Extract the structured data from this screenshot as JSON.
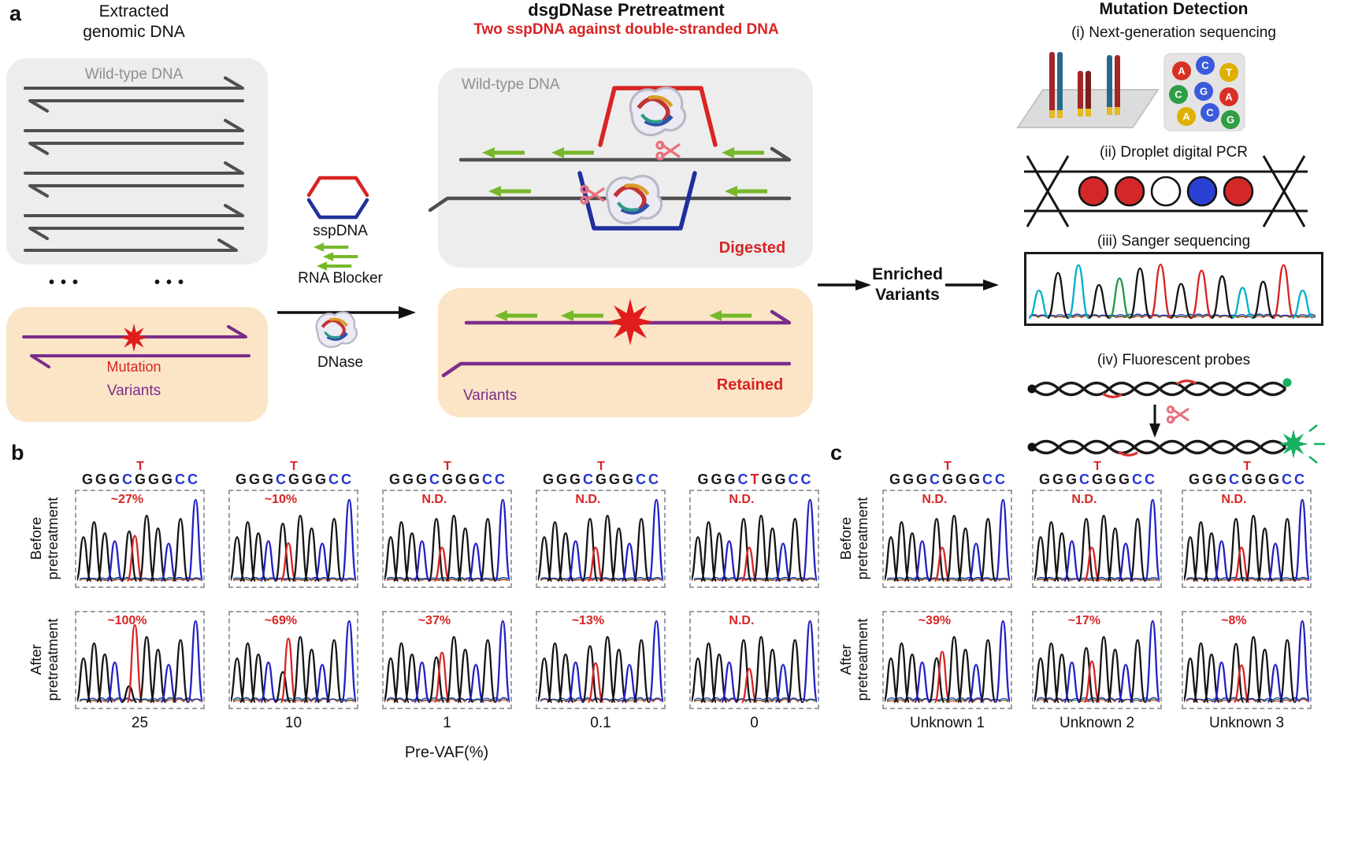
{
  "panel_a": {
    "label": "a",
    "left_column": {
      "title": "Extracted genomic DNA",
      "wild_type_label": "Wild-type DNA",
      "ellipsis": "•••",
      "mutation_label": "Mutation",
      "variants_label": "Variants"
    },
    "reagents": {
      "sspdna": "sspDNA",
      "rna_blocker": "RNA Blocker",
      "dnase": "DNase"
    },
    "pretreatment": {
      "title": "dsgDNase Pretreatment",
      "subtitle": "Two sspDNA against double-stranded DNA",
      "wild_type_label": "Wild-type DNA",
      "digested_label": "Digested",
      "variants_label": "Variants",
      "retained_label": "Retained"
    },
    "enriched": {
      "line1": "Enriched",
      "line2": "Variants"
    },
    "mutation_detection": {
      "title": "Mutation Detection",
      "methods": [
        "(i) Next-generation sequencing",
        "(ii) Droplet digital PCR",
        "(iii) Sanger sequencing",
        "(iv) Fluorescent probes"
      ],
      "ngs_cluster_bases": [
        {
          "base": "A",
          "color": "#d93025"
        },
        {
          "base": "C",
          "color": "#3b5bdb"
        },
        {
          "base": "T",
          "color": "#e0b000"
        },
        {
          "base": "C",
          "color": "#2f9e44"
        },
        {
          "base": "G",
          "color": "#3b5bdb"
        },
        {
          "base": "A",
          "color": "#d93025"
        },
        {
          "base": "A",
          "color": "#e0b000"
        },
        {
          "base": "C",
          "color": "#3b5bdb"
        },
        {
          "base": "G",
          "color": "#2f9e44"
        }
      ],
      "droplet_colors": [
        "#d42828",
        "#d42828",
        "#ffffff",
        "#2a3fd4",
        "#d42828"
      ]
    }
  },
  "chart_data": [
    {
      "panel": "b",
      "type": "line",
      "subtype": "sanger-chromatogram-grid",
      "row_labels": [
        [
          "Before",
          "pretreatment"
        ],
        [
          "After",
          "pretreatment"
        ]
      ],
      "x_axis_title": "Pre-VAF(%)",
      "x_tick_labels": [
        "25",
        "10",
        "1",
        "0.1",
        "0"
      ],
      "columns": [
        {
          "x_label": "25",
          "sequence": [
            "G",
            "G",
            "G",
            "C",
            "T/G",
            "G",
            "G",
            "C",
            "C"
          ],
          "before": {
            "label": "~27%",
            "vaf": 27
          },
          "after": {
            "label": "~100%",
            "vaf": 100
          }
        },
        {
          "x_label": "10",
          "sequence": [
            "G",
            "G",
            "G",
            "C",
            "T/G",
            "G",
            "G",
            "C",
            "C"
          ],
          "before": {
            "label": "~10%",
            "vaf": 10
          },
          "after": {
            "label": "~69%",
            "vaf": 69
          }
        },
        {
          "x_label": "1",
          "sequence": [
            "G",
            "G",
            "G",
            "C",
            "T/G",
            "G",
            "G",
            "C",
            "C"
          ],
          "before": {
            "label": "N.D.",
            "vaf": null
          },
          "after": {
            "label": "~37%",
            "vaf": 37
          }
        },
        {
          "x_label": "0.1",
          "sequence": [
            "G",
            "G",
            "G",
            "C",
            "T/G",
            "G",
            "G",
            "C",
            "C"
          ],
          "before": {
            "label": "N.D.",
            "vaf": null
          },
          "after": {
            "label": "~13%",
            "vaf": 13
          }
        },
        {
          "x_label": "0",
          "sequence": [
            "G",
            "G",
            "G",
            "C",
            "T",
            "G",
            "G",
            "C",
            "C"
          ],
          "before": {
            "label": "N.D.",
            "vaf": null
          },
          "after": {
            "label": "N.D.",
            "vaf": null
          }
        }
      ]
    },
    {
      "panel": "c",
      "type": "line",
      "subtype": "sanger-chromatogram-grid",
      "row_labels": [
        [
          "Before",
          "pretreatment"
        ],
        [
          "After",
          "pretreatment"
        ]
      ],
      "x_axis_title": "",
      "x_tick_labels": [
        "Unknown 1",
        "Unknown 2",
        "Unknown 3"
      ],
      "columns": [
        {
          "x_label": "Unknown 1",
          "sequence": [
            "G",
            "G",
            "G",
            "C",
            "T/G",
            "G",
            "G",
            "C",
            "C"
          ],
          "before": {
            "label": "N.D.",
            "vaf": null
          },
          "after": {
            "label": "~39%",
            "vaf": 39
          }
        },
        {
          "x_label": "Unknown 2",
          "sequence": [
            "G",
            "G",
            "G",
            "C",
            "T/G",
            "G",
            "G",
            "C",
            "C"
          ],
          "before": {
            "label": "N.D.",
            "vaf": null
          },
          "after": {
            "label": "~17%",
            "vaf": 17
          }
        },
        {
          "x_label": "Unknown 3",
          "sequence": [
            "G",
            "G",
            "G",
            "C",
            "T/G",
            "G",
            "G",
            "C",
            "C"
          ],
          "before": {
            "label": "N.D.",
            "vaf": null
          },
          "after": {
            "label": "~8%",
            "vaf": 8
          }
        }
      ]
    }
  ],
  "colors": {
    "trace_black": "#151515",
    "trace_blue": "#2222c4",
    "trace_red": "#d82424",
    "trace_green": "#1f9a40",
    "variant_purple": "#7b2d8b",
    "wild_type_gray": "#4f4f4f",
    "blocker_green": "#76b82a",
    "annotation_red": "#d82424",
    "box_gray": "#ededed",
    "box_peach": "#fbe5c6"
  },
  "base_colors": {
    "G": "#1a1a1a",
    "C": "#2435cf",
    "T": "#d82424",
    "A": "#1f9a40"
  }
}
